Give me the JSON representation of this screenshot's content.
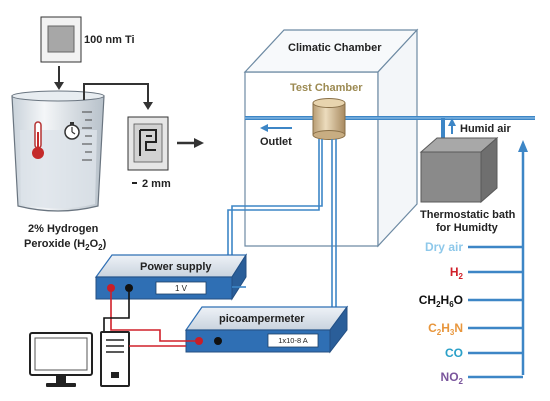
{
  "labels": {
    "ti_label": "100 nm Ti",
    "climatic_chamber": "Climatic Chamber",
    "test_chamber": "Test Chamber",
    "outlet": "Outlet",
    "humid_air": "Humid air",
    "scale_2mm": "2 mm",
    "bath_line1": "Thermostatic bath",
    "bath_line2": "for Humidty",
    "peroxide_line1": "2%  Hydrogen",
    "peroxide_line2_pre": "Peroxide (H",
    "peroxide_line2_sub": "2",
    "peroxide_line2_mid": "O",
    "peroxide_line2_sub2": "2",
    "peroxide_line2_post": ")",
    "power_supply": "Power supply",
    "power_supply_display": "1 V",
    "picoampermeter": "picoampermeter",
    "pico_display": "1x10-8 A"
  },
  "gases": [
    {
      "parts": [
        {
          "t": "Dry air",
          "sub": false
        }
      ],
      "color": "#8ec8ea"
    },
    {
      "parts": [
        {
          "t": "H",
          "sub": false
        },
        {
          "t": "2",
          "sub": true
        }
      ],
      "color": "#d0202a"
    },
    {
      "parts": [
        {
          "t": "CH",
          "sub": false
        },
        {
          "t": "2",
          "sub": true
        },
        {
          "t": "H",
          "sub": false
        },
        {
          "t": "6",
          "sub": true
        },
        {
          "t": "O",
          "sub": false
        }
      ],
      "color": "#111111"
    },
    {
      "parts": [
        {
          "t": "C",
          "sub": false
        },
        {
          "t": "2",
          "sub": true
        },
        {
          "t": "H",
          "sub": false
        },
        {
          "t": "3",
          "sub": true
        },
        {
          "t": "N",
          "sub": false
        }
      ],
      "color": "#e8963c"
    },
    {
      "parts": [
        {
          "t": "CO",
          "sub": false
        }
      ],
      "color": "#2aa0c8"
    },
    {
      "parts": [
        {
          "t": "NO",
          "sub": false
        },
        {
          "t": "2",
          "sub": true
        }
      ],
      "color": "#7a559c"
    }
  ],
  "colors": {
    "pipe": "#3d86c6",
    "pipe_light": "#8fbde6",
    "box_blue": "#2f6fb4",
    "red_wire": "#d0202a"
  }
}
